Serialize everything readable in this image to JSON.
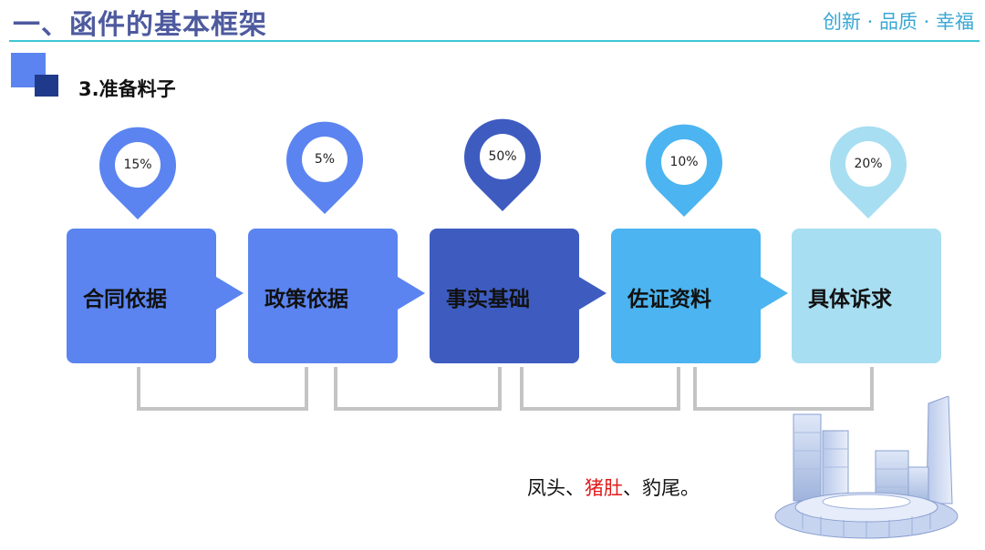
{
  "header": {
    "title": "一、函件的基本框架",
    "slogan": "创新 · 品质 · 幸福"
  },
  "section": {
    "subtitle": "3.准备料子"
  },
  "steps": [
    {
      "label": "合同依据",
      "percent": "15%",
      "box_color": "#5b84f0",
      "pin_color": "#5b84f0"
    },
    {
      "label": "政策依据",
      "percent": "5%",
      "box_color": "#5b84f0",
      "pin_color": "#5b84f0"
    },
    {
      "label": "事实基础",
      "percent": "50%",
      "box_color": "#3e5cc0",
      "pin_color": "#3e5cc0"
    },
    {
      "label": "佐证资料",
      "percent": "10%",
      "box_color": "#4cb4f0",
      "pin_color": "#4cb4f0"
    },
    {
      "label": "具体诉求",
      "percent": "20%",
      "box_color": "#a8def2",
      "pin_color": "#a8def2"
    }
  ],
  "caption": {
    "part1": "凤头、",
    "highlight": "猪肚",
    "part2": "、豹尾。"
  },
  "colors": {
    "accent": "#5b84f0",
    "rule": "#3fc6d4",
    "highlight": "#e11a1a"
  }
}
